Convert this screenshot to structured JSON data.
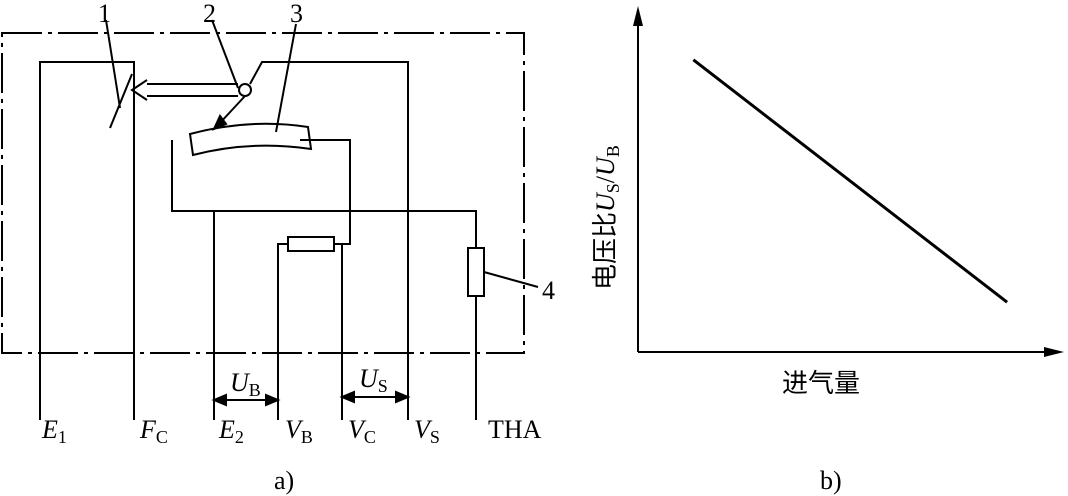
{
  "figure_a": {
    "caption": "a)",
    "callouts": [
      "1",
      "2",
      "3",
      "4"
    ],
    "terminals": [
      {
        "main": "E",
        "sub": "1"
      },
      {
        "main": "F",
        "sub": "C"
      },
      {
        "main": "E",
        "sub": "2"
      },
      {
        "main": "V",
        "sub": "B"
      },
      {
        "main": "V",
        "sub": "C"
      },
      {
        "main": "V",
        "sub": "S"
      },
      {
        "main": "THA",
        "sub": ""
      }
    ],
    "voltage_labels": [
      {
        "main": "U",
        "sub": "B"
      },
      {
        "main": "U",
        "sub": "S"
      }
    ]
  },
  "figure_b": {
    "caption": "b)",
    "chart_data": {
      "type": "line",
      "title": "",
      "xlabel": "进气量",
      "ylabel_prefix": "电压比",
      "ylabel_ratio": {
        "num": "U",
        "num_sub": "S",
        "den": "U",
        "den_sub": "B"
      },
      "x": [
        0.15,
        1.0
      ],
      "y": [
        0.88,
        0.15
      ],
      "xlim": [
        0,
        1.1
      ],
      "ylim": [
        0,
        1.0
      ],
      "grid": false,
      "series": [
        {
          "values": [
            0.88,
            0.15
          ]
        }
      ]
    }
  },
  "colors": {
    "ink": "#000000",
    "background": "#ffffff"
  }
}
